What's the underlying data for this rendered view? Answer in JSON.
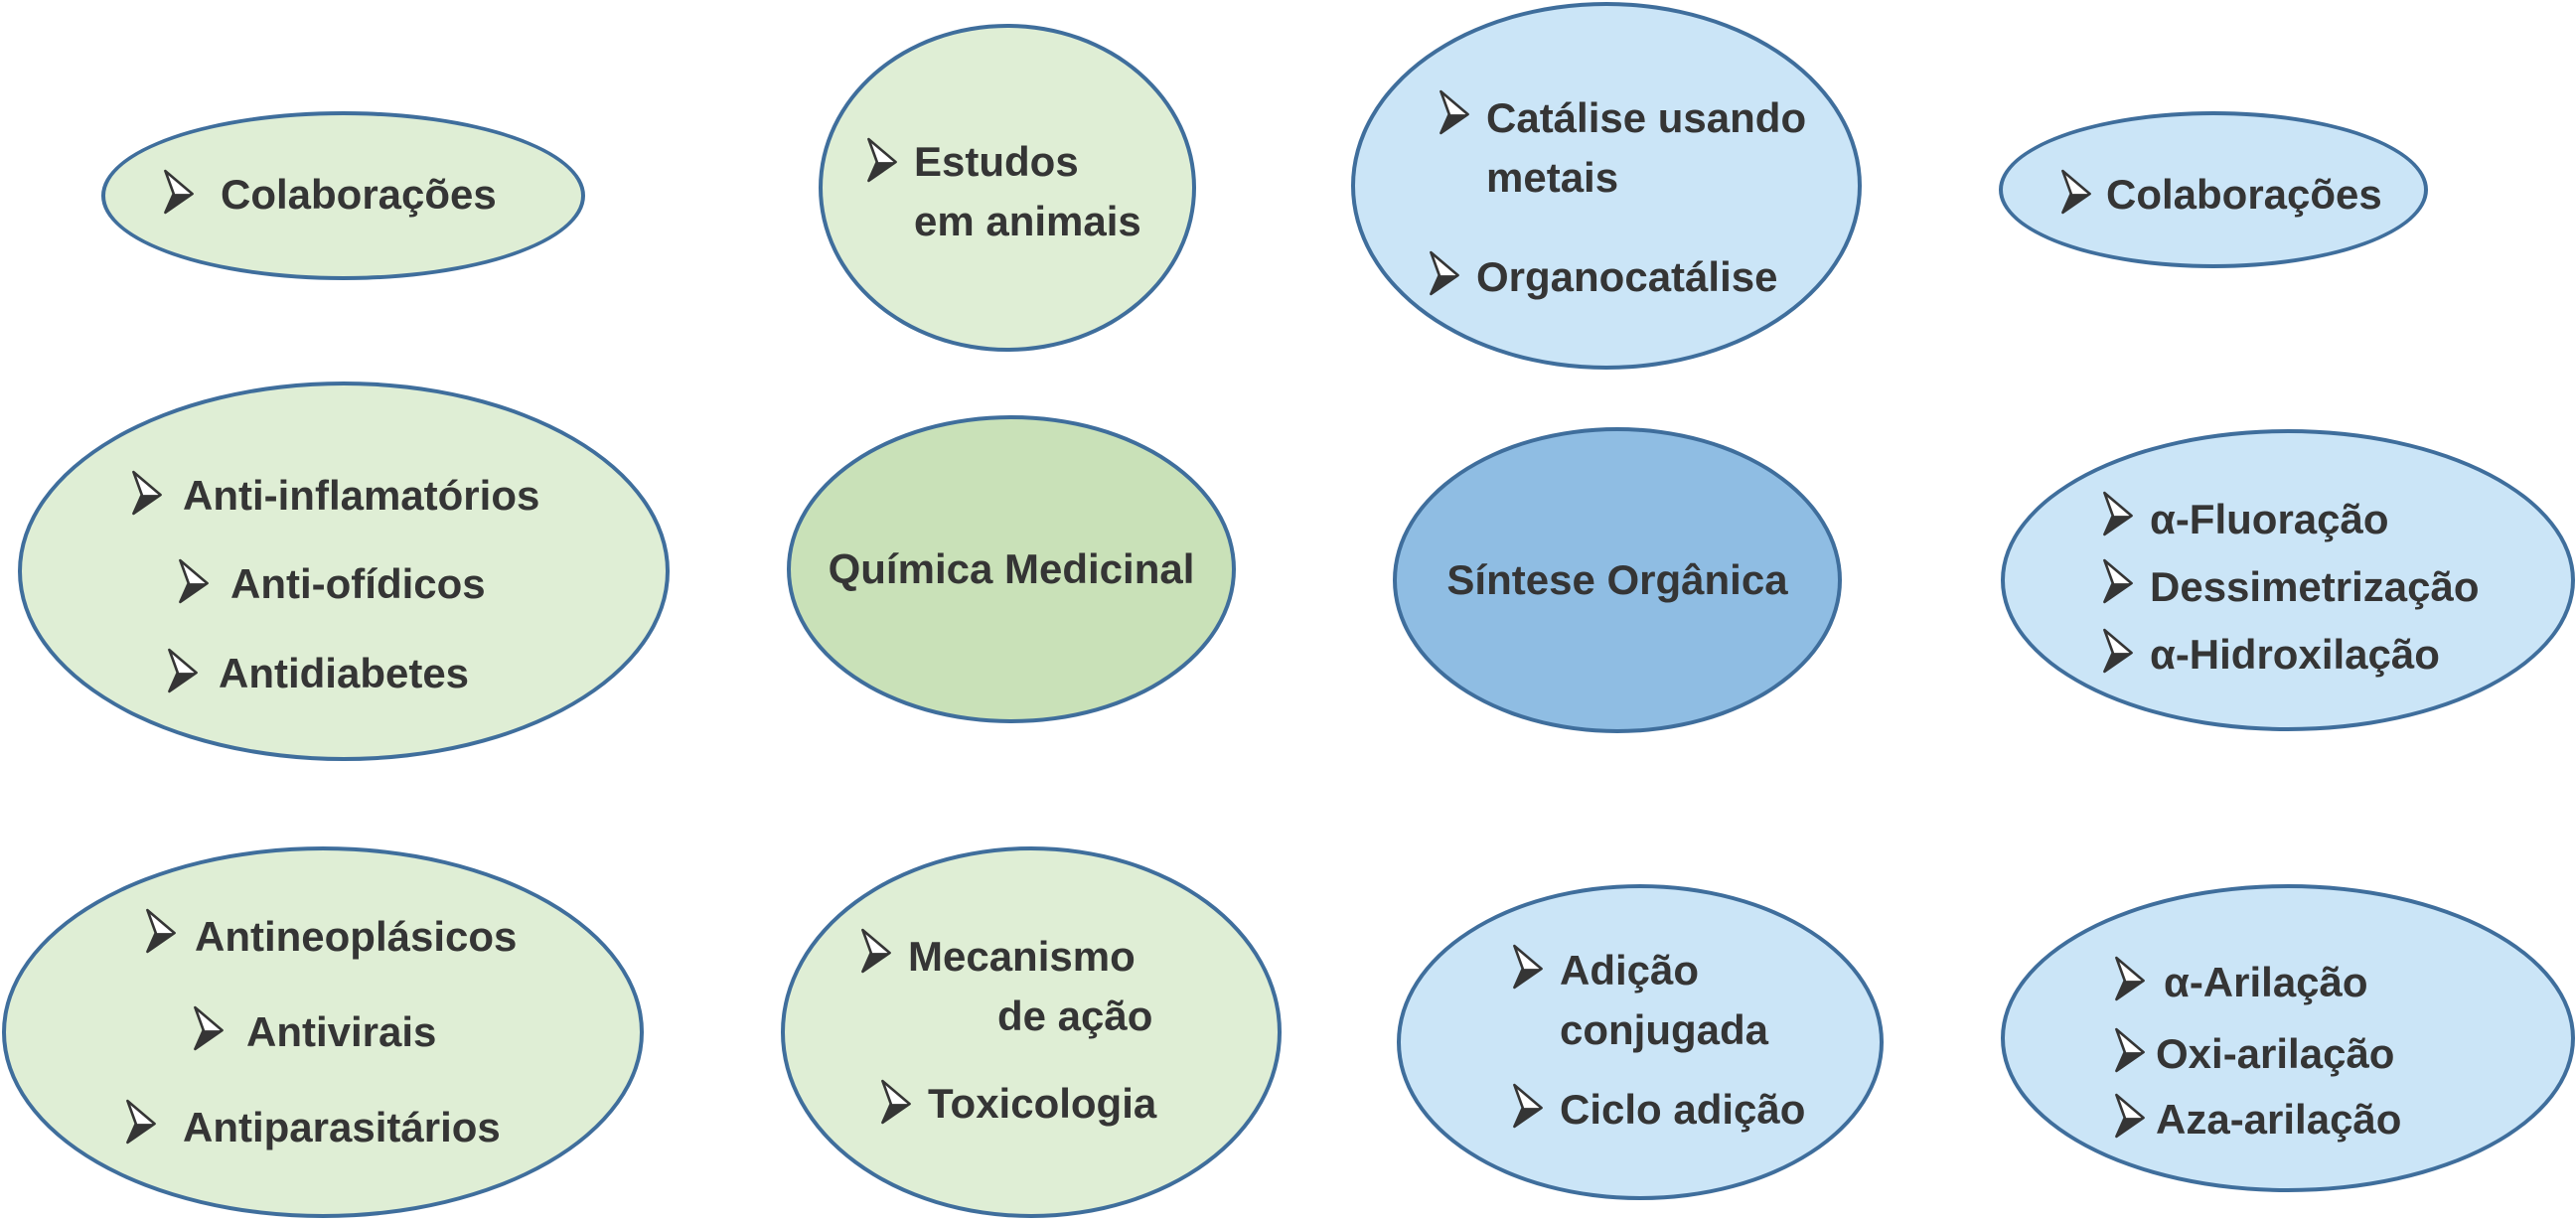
{
  "medicinal": {
    "core": "Química Medicinal",
    "collab": "Colaborações",
    "animal_studies": [
      "Estudos",
      "em animais"
    ],
    "activities_a": [
      "Anti-inflamatórios",
      "Anti-ofídicos",
      "Antidiabetes"
    ],
    "activities_b": [
      "Antineoplásicos",
      "Antivirais",
      "Antiparasitários"
    ],
    "mechanism": [
      "Mecanismo",
      "de ação",
      "Toxicologia"
    ]
  },
  "synthesis": {
    "core": "Síntese Orgânica",
    "collab": "Colaborações",
    "catalysis": [
      "Catálise usando",
      "metais",
      "Organocatálise"
    ],
    "alpha_reactions": [
      "α-Fluoração",
      "Dessimetrização",
      "α-Hidroxilação"
    ],
    "additions": [
      "Adição",
      "conjugada",
      "Ciclo adição"
    ],
    "arylations": [
      "α-Arilação",
      "Oxi-arilação",
      "Aza-arilação"
    ]
  },
  "colors": {
    "green_fill": "#dfeed5",
    "green_core_fill": "#c9e1b8",
    "blue_fill": "#cbe5f7",
    "blue_core_fill": "#8fbde3",
    "outline": "#3f6e9c",
    "text": "#353535"
  },
  "icons": {
    "bullet": "arrowhead-bullet-icon"
  }
}
